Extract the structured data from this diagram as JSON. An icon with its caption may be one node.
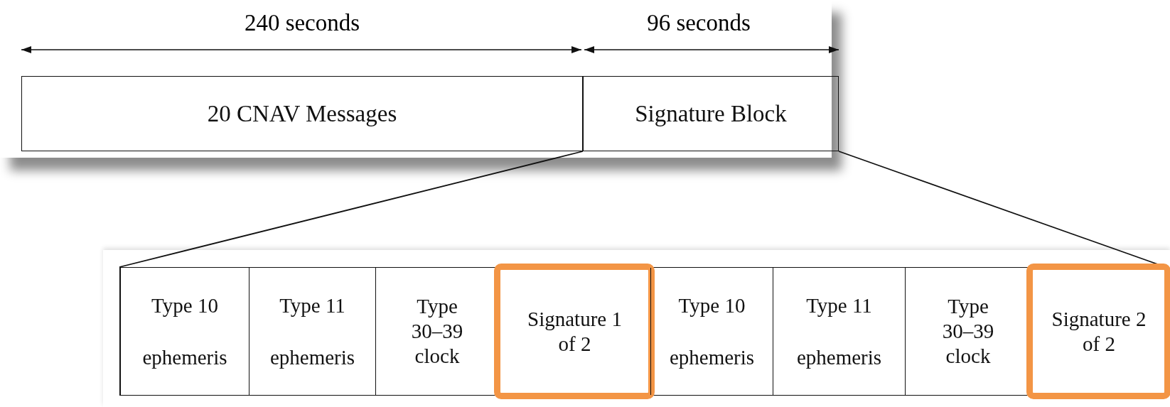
{
  "diagram": {
    "nodes": [
      {
        "text": [
          "20 CNAV Messages"
        ]
      },
      {
        "text": [
          "Signature Block"
        ]
      },
      {
        "text": [],
        "shape": "box"
      },
      {
        "text": [
          "Type 10",
          "ephemeris"
        ],
        "in": 2
      },
      {
        "text": [
          "Type 11",
          "ephemeris"
        ],
        "in": 2
      },
      {
        "text": [
          "Type 30–39 clock"
        ],
        "in": 2
      },
      {
        "text": [
          "Signature 1 of 2"
        ],
        "in": 2
      },
      {
        "text": [
          "Type 10",
          "ephemeris"
        ],
        "in": 2
      },
      {
        "text": [
          "Type 11",
          "ephemeris"
        ],
        "in": 2
      },
      {
        "text": [
          "Type 30–39 clock"
        ],
        "in": 2
      },
      {
        "text": [
          "Signature 2 of 2"
        ],
        "in": 2
      }
    ],
    "edges": [
      {
        "from": 1,
        "to": 2,
        "arrow": "none"
      },
      {
        "from": 1,
        "to": 2,
        "arrow": "none"
      }
    ],
    "labels": [
      "240 seconds",
      "96 seconds"
    ]
  }
}
